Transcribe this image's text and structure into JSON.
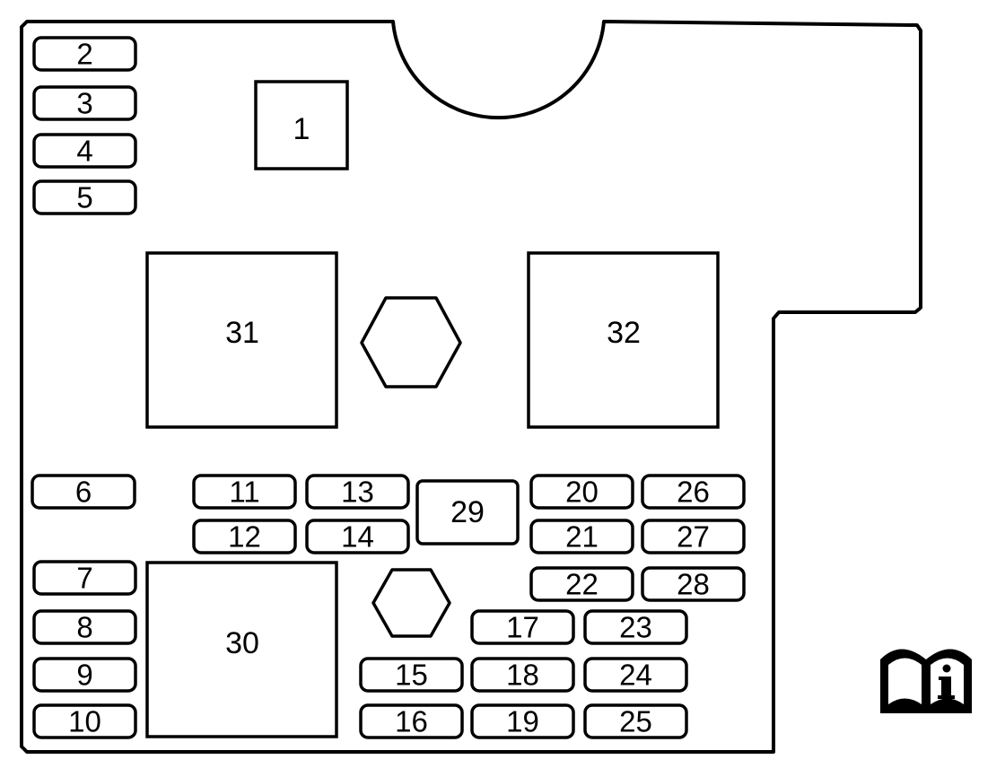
{
  "diagram": {
    "colors": {
      "line": "#000000",
      "background": "#ffffff"
    },
    "fuses": [
      {
        "label": "2"
      },
      {
        "label": "3"
      },
      {
        "label": "4"
      },
      {
        "label": "5"
      },
      {
        "label": "6"
      },
      {
        "label": "7"
      },
      {
        "label": "8"
      },
      {
        "label": "9"
      },
      {
        "label": "10"
      },
      {
        "label": "11"
      },
      {
        "label": "12"
      },
      {
        "label": "13"
      },
      {
        "label": "14"
      },
      {
        "label": "15"
      },
      {
        "label": "16"
      },
      {
        "label": "17"
      },
      {
        "label": "18"
      },
      {
        "label": "19"
      },
      {
        "label": "20"
      },
      {
        "label": "21"
      },
      {
        "label": "22"
      },
      {
        "label": "23"
      },
      {
        "label": "24"
      },
      {
        "label": "25"
      },
      {
        "label": "26"
      },
      {
        "label": "27"
      },
      {
        "label": "28"
      }
    ],
    "relays": [
      {
        "label": "1"
      },
      {
        "label": "29"
      },
      {
        "label": "30"
      },
      {
        "label": "31"
      },
      {
        "label": "32"
      }
    ],
    "mounting_studs": [
      {
        "shape": "hexagon"
      },
      {
        "shape": "hexagon"
      }
    ],
    "icon": "owners-manual-info-icon"
  }
}
